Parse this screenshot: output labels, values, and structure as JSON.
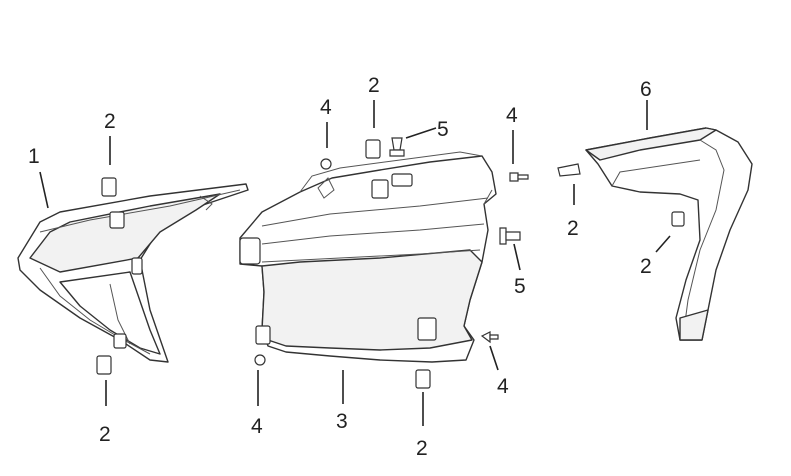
{
  "diagram": {
    "type": "exploded-parts-view",
    "callouts": [
      {
        "id": "c1",
        "label": "1"
      },
      {
        "id": "c2a",
        "label": "2"
      },
      {
        "id": "c2b",
        "label": "2"
      },
      {
        "id": "c2c",
        "label": "2"
      },
      {
        "id": "c2d",
        "label": "2"
      },
      {
        "id": "c2e",
        "label": "2"
      },
      {
        "id": "c2f",
        "label": "2"
      },
      {
        "id": "c3",
        "label": "3"
      },
      {
        "id": "c4a",
        "label": "4"
      },
      {
        "id": "c4b",
        "label": "4"
      },
      {
        "id": "c4c",
        "label": "4"
      },
      {
        "id": "c4d",
        "label": "4"
      },
      {
        "id": "c5a",
        "label": "5"
      },
      {
        "id": "c5b",
        "label": "5"
      },
      {
        "id": "c6",
        "label": "6"
      }
    ]
  }
}
